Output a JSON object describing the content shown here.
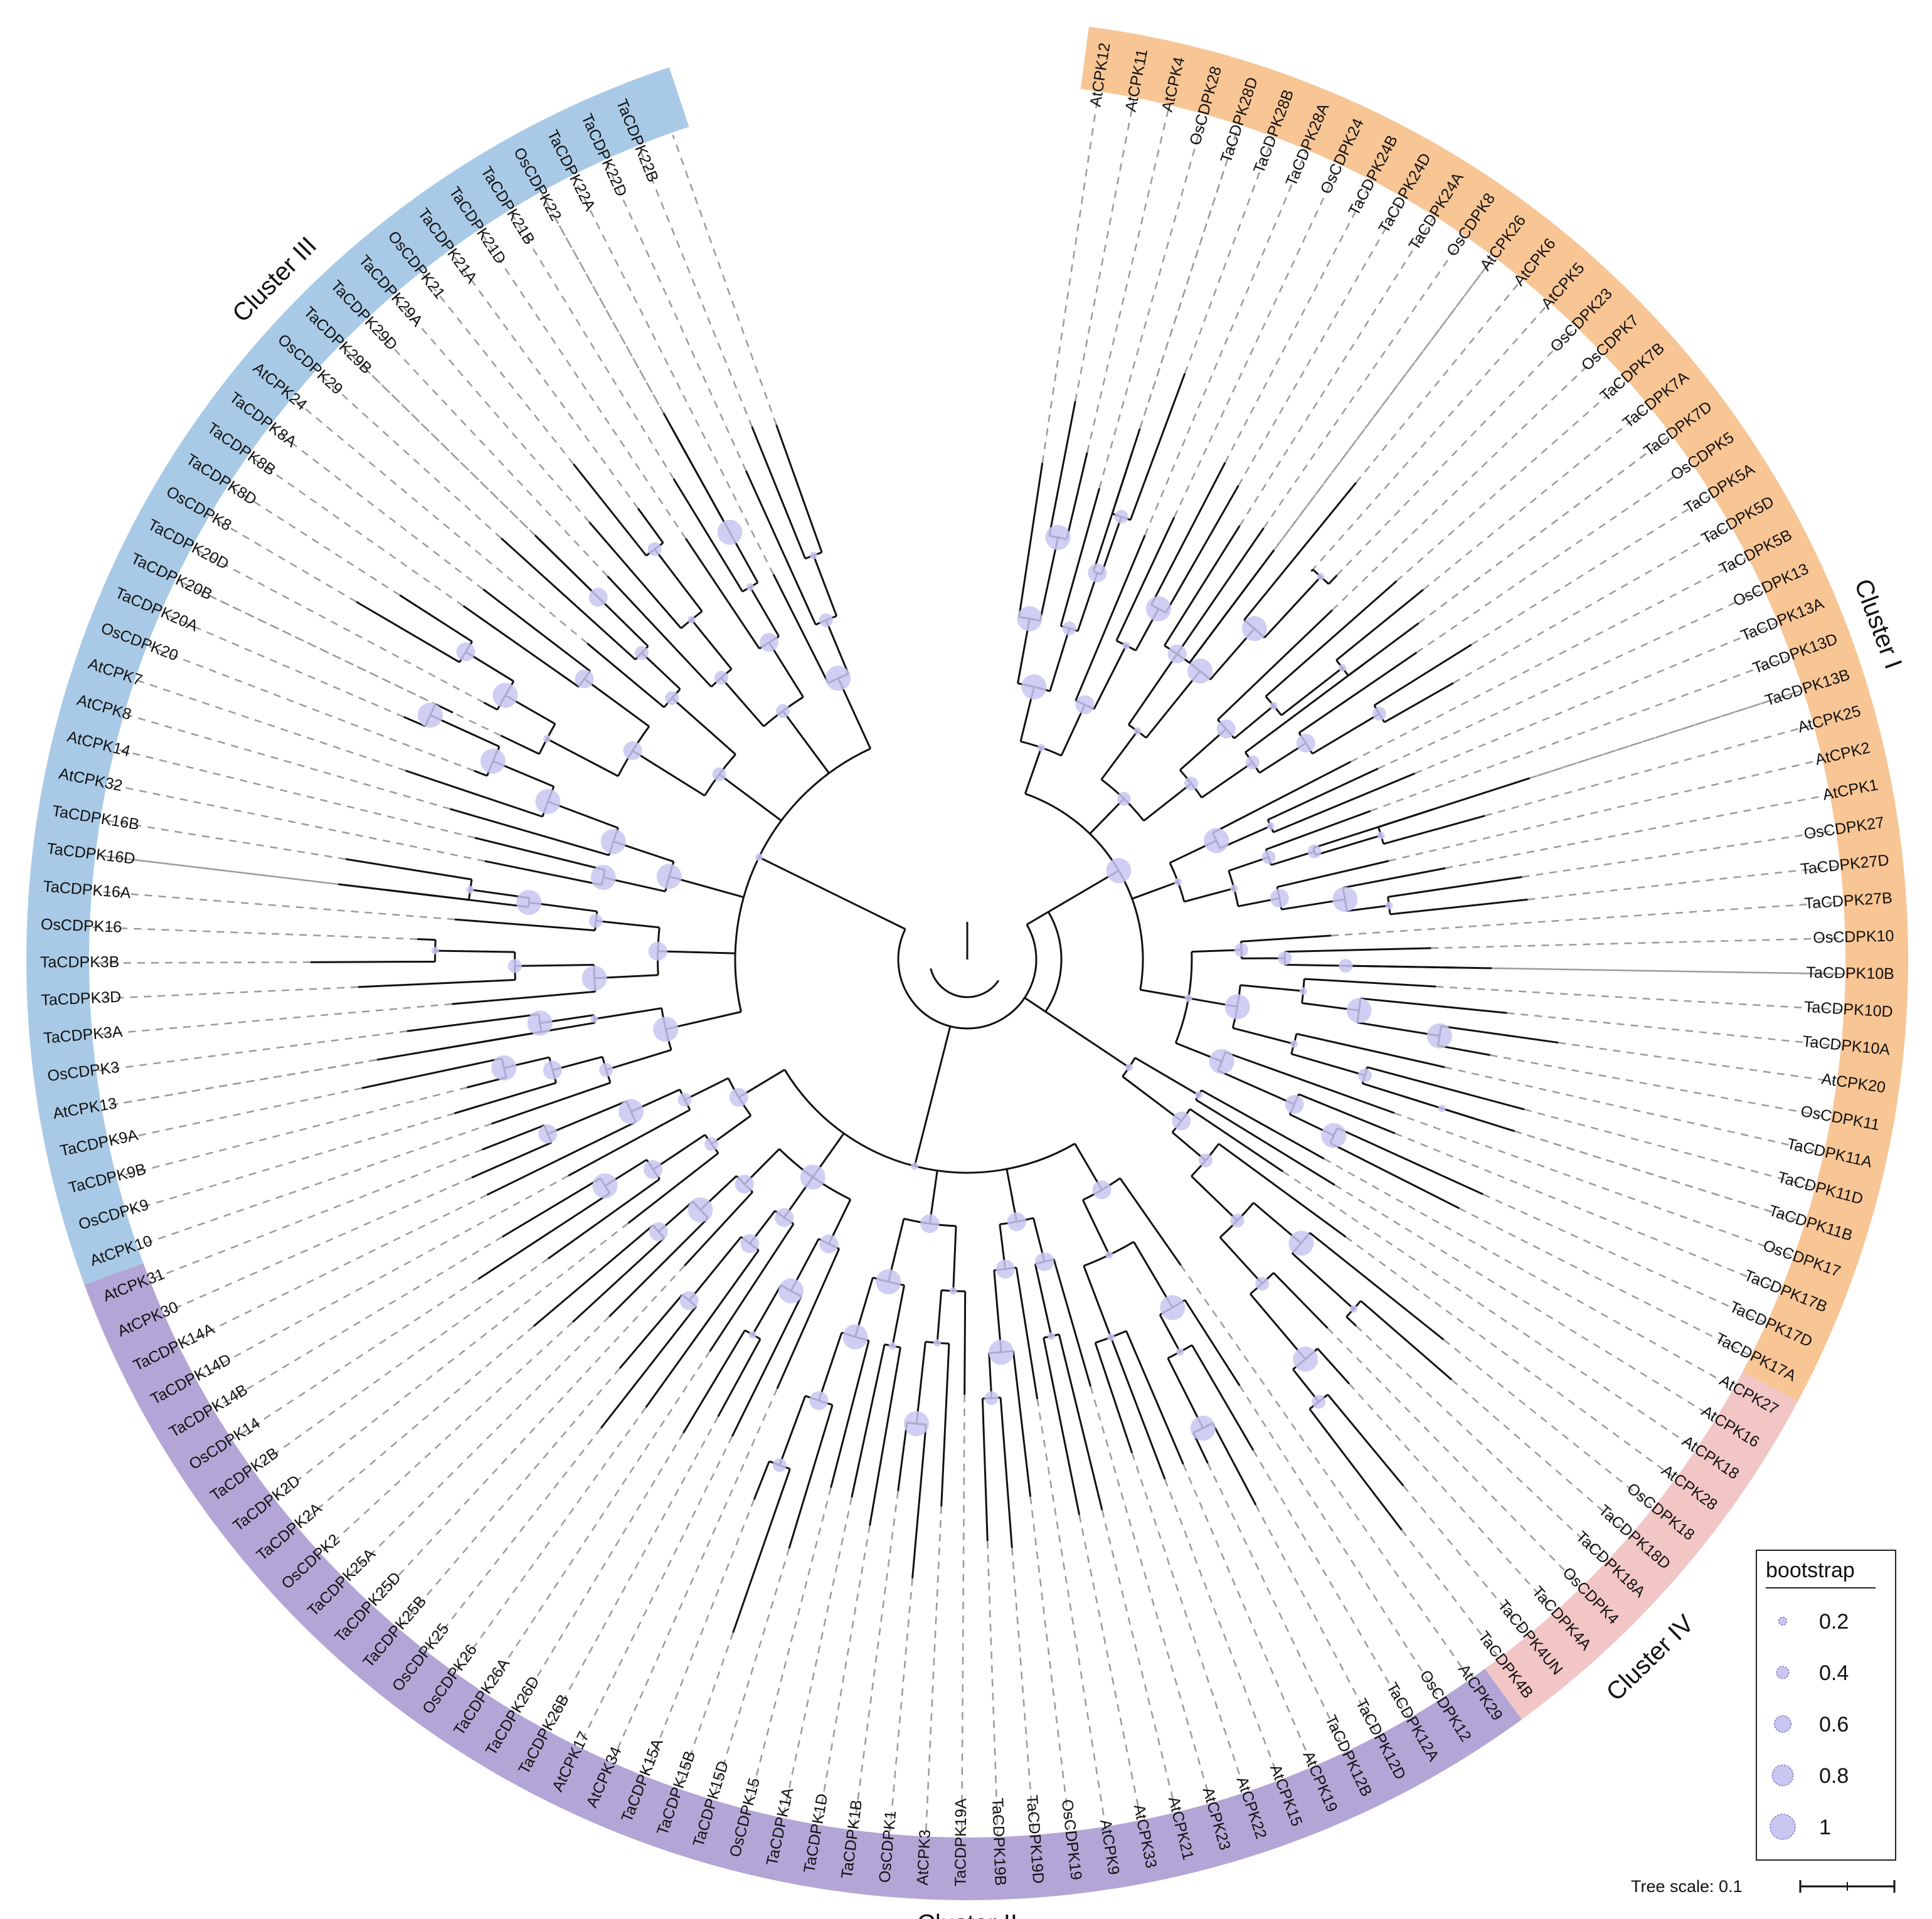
{
  "figure": {
    "leaves": [
      "AtCPK12",
      "AtCPK11",
      "AtCPK4",
      "OsCDPK28",
      "TaCDPK28D",
      "TaCDPK28B",
      "TaCDPK28A",
      "OsCDPK24",
      "TaCDPK24B",
      "TaCDPK24D",
      "TaCDPK24A",
      "OsCDPK8",
      "AtCPK26",
      "AtCPK6",
      "AtCPK5",
      "OsCDPK23",
      "OsCDPK7",
      "TaCDPK7B",
      "TaCDPK7A",
      "TaCDPK7D",
      "OsCDPK5",
      "TaCDPK5A",
      "TaCDPK5D",
      "TaCDPK5B",
      "OsCDPK13",
      "TaCDPK13A",
      "TaCDPK13D",
      "TaCDPK13B",
      "AtCPK25",
      "AtCPK2",
      "AtCPK1",
      "OsCDPK27",
      "TaCDPK27D",
      "TaCDPK27B",
      "OsCDPK10",
      "TaCDPK10B",
      "TaCDPK10D",
      "TaCDPK10A",
      "AtCPK20",
      "OsCDPK11",
      "TaCDPK11A",
      "TaCDPK11D",
      "TaCDPK11B",
      "OsCDPK17",
      "TaCDPK17B",
      "TaCDPK17D",
      "TaCDPK17A",
      "AtCPK27",
      "AtCPK16",
      "AtCPK18",
      "AtCPK28",
      "OsCDPK18",
      "TaCDPK18D",
      "TaCDPK18A",
      "OsCDPK4",
      "TaCDPK4A",
      "TaCDPK4UN",
      "TaCDPK4B",
      "AtCPK29",
      "OsCDPK12",
      "TaCDPK12A",
      "TaCDPK12D",
      "TaCDPK12B",
      "AtCPK19",
      "AtCPK15",
      "AtCPK22",
      "AtCPK23",
      "AtCPK21",
      "AtCPK33",
      "AtCPK9",
      "OsCDPK19",
      "TaCDPK19D",
      "TaCDPK19B",
      "TaCDPK19A",
      "AtCPK3",
      "OsCDPK1",
      "TaCDPK1B",
      "TaCDPK1D",
      "TaCDPK1A",
      "OsCDPK15",
      "TaCDPK15D",
      "TaCDPK15B",
      "TaCDPK15A",
      "AtCPK34",
      "AtCPK17",
      "TaCDPK26B",
      "TaCDPK26D",
      "TaCDPK26A",
      "OsCDPK26",
      "OsCDPK25",
      "TaCDPK25B",
      "TaCDPK25D",
      "TaCDPK25A",
      "OsCDPK2",
      "TaCDPK2A",
      "TaCDPK2D",
      "TaCDPK2B",
      "OsCDPK14",
      "TaCDPK14B",
      "TaCDPK14D",
      "TaCDPK14A",
      "AtCPK30",
      "AtCPK31",
      "AtCPK10",
      "OsCDPK9",
      "TaCDPK9B",
      "TaCDPK9A",
      "AtCPK13",
      "OsCDPK3",
      "TaCDPK3A",
      "TaCDPK3D",
      "TaCDPK3B",
      "OsCDPK16",
      "TaCDPK16A",
      "TaCDPK16D",
      "TaCDPK16B",
      "AtCPK32",
      "AtCPK14",
      "AtCPK8",
      "AtCPK7",
      "OsCDPK20",
      "TaCDPK20A",
      "TaCDPK20B",
      "TaCDPK20D",
      "OsCDPK8",
      "TaCDPK8D",
      "TaCDPK8B",
      "TaCDPK8A",
      "AtCPK24",
      "OsCDPK29",
      "TaCDPK29B",
      "TaCDPK29D",
      "TaCDPK29A",
      "OsCDPK21",
      "TaCDPK21A",
      "TaCDPK21D",
      "TaCDPK21B",
      "OsCDPK22",
      "TaCDPK22A",
      "TaCDPK22D",
      "TaCDPK22B"
    ],
    "clusters": [
      {
        "label": "Cluster I",
        "count": 47,
        "color": "#f8c595"
      },
      {
        "label": "Cluster IV",
        "count": 11,
        "color": "#f3c6c6"
      },
      {
        "label": "Cluster II",
        "count": 45,
        "color": "#b3a6d6"
      },
      {
        "label": "Cluster III",
        "count": 39,
        "color": "#a9cae6"
      }
    ],
    "bootstrap_color": "#c9c6f2",
    "legend": {
      "title": "bootstrap",
      "items": [
        {
          "label": "0.2",
          "value": 0.2
        },
        {
          "label": "0.4",
          "value": 0.4
        },
        {
          "label": "0.6",
          "value": 0.6
        },
        {
          "label": "0.8",
          "value": 0.8
        },
        {
          "label": "1",
          "value": 1.0
        }
      ]
    },
    "scale": {
      "label": "Tree scale: 0.1"
    }
  }
}
